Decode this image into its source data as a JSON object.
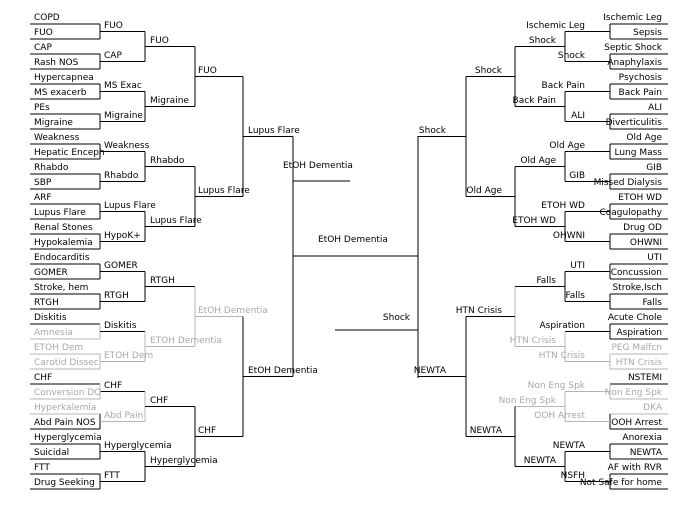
{
  "bracket": {
    "left": {
      "round1": [
        "COPD",
        "FUO",
        "CAP",
        "Rash NOS",
        "Hypercapnea",
        "MS exacerb",
        "PEs",
        "Migraine",
        "Weakness",
        "Hepatic Enceph",
        "Rhabdo",
        "SBP",
        "ARF",
        "Lupus Flare",
        "Renal Stones",
        "Hypokalemia",
        "Endocarditis",
        "GOMER",
        "Stroke, hem",
        "RTGH",
        "Diskitis",
        "Amnesia",
        "ETOH Dem",
        "Carotid Dissec",
        "CHF",
        "Conversion DO",
        "Hyperkalemia",
        "Abd Pain NOS",
        "Hyperglycemia",
        "Suicidal",
        "FTT",
        "Drug Seeking"
      ],
      "round2": [
        "FUO",
        "CAP",
        "MS Exac",
        "Migraine",
        "Weakness",
        "Rhabdo",
        "Lupus  Flare",
        "HypoK+",
        "GOMER",
        "RTGH",
        "Diskitis",
        "ETOH  Dem",
        "CHF",
        "Abd Pain",
        "Hyperglycemia",
        "FTT"
      ],
      "round3": [
        "FUO",
        "Migraine",
        "Rhabdo",
        "Lupus Flare",
        "RTGH",
        "ETOH Dementia",
        "CHF",
        "Hyperglycemia"
      ],
      "round4": [
        "FUO",
        "Lupus Flare",
        "EtOH Dementia",
        "CHF"
      ],
      "round5": [
        "Lupus Flare",
        "EtOH Dementia"
      ],
      "round6": "EtOH Dementia"
    },
    "right": {
      "round1": [
        "Ischemic Leg",
        "Sepsis",
        "Septic Shock",
        "Anaphylaxis",
        "Psychosis",
        "Back Pain",
        "ALI",
        "Diverticulitis",
        "Old Age",
        "Lung Mass",
        "GIB",
        "Missed Dialysis",
        "ETOH WD",
        "Coagulopathy",
        "Drug OD",
        "OHWNI",
        "UTI",
        "Concussion",
        "Stroke,Isch",
        "Falls",
        "Acute Chole",
        "Aspiration",
        "PEG Malfcn",
        "HTN Crisis",
        "NSTEMI",
        "Non Eng Spk",
        "DKA",
        "OOH Arrest",
        "Anorexia",
        "NEWTA",
        "AF with RVR",
        "Not Safe for home"
      ],
      "round2": [
        "Ischemic Leg",
        "Shock",
        "Back Pain",
        "ALI",
        "Old Age",
        "GIB",
        "ETOH WD",
        "OHWNI",
        "UTI",
        "Falls",
        "Aspiration",
        "HTN Crisis",
        "Non Eng Spk",
        "OOH Arrest",
        "NEWTA",
        "NSFH"
      ],
      "round3": [
        "Shock",
        "Back Pain",
        "Old Age",
        "ETOH WD",
        "Falls",
        "HTN Crisis",
        "Non Eng Spk",
        "NEWTA"
      ],
      "round4": [
        "Shock",
        "Old Age",
        "HTN Crisis",
        "NEWTA"
      ],
      "round5": [
        "Shock",
        "NEWTA"
      ],
      "round6": "Shock"
    },
    "champion": "EtOH Dementia"
  }
}
